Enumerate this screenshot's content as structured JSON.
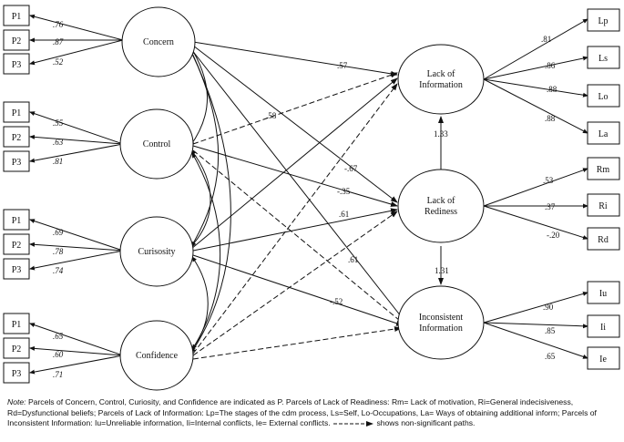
{
  "latent": {
    "concern": "Concern",
    "control": "Control",
    "curiosity": "Curisosity",
    "confidence": "Confidence",
    "lack_info": [
      "Lack of",
      "Information"
    ],
    "lack_rediness": [
      "Lack of",
      "Rediness"
    ],
    "inconsistent": [
      "Inconsistent",
      "Information"
    ]
  },
  "left_indicators": {
    "concern": [
      {
        "label": "P1",
        "loading": ".76"
      },
      {
        "label": "P2",
        "loading": ".87"
      },
      {
        "label": "P3",
        "loading": ".52"
      }
    ],
    "control": [
      {
        "label": "P1",
        "loading": ".55"
      },
      {
        "label": "P2",
        "loading": ".63"
      },
      {
        "label": "P3",
        "loading": ".81"
      }
    ],
    "curiosity": [
      {
        "label": "P1",
        "loading": ".69"
      },
      {
        "label": "P2",
        "loading": ".78"
      },
      {
        "label": "P3",
        "loading": ".74"
      }
    ],
    "confidence": [
      {
        "label": "P1",
        "loading": ".65"
      },
      {
        "label": "P2",
        "loading": ".60"
      },
      {
        "label": "P3",
        "loading": ".71"
      }
    ]
  },
  "right_indicators": {
    "lack_info": [
      {
        "label": "Lp",
        "loading": ".81"
      },
      {
        "label": "Ls",
        "loading": ".86"
      },
      {
        "label": "Lo",
        "loading": ".88"
      },
      {
        "label": "La",
        "loading": ".88"
      }
    ],
    "lack_rediness": [
      {
        "label": "Rm",
        "loading": ".53"
      },
      {
        "label": "Ri",
        "loading": ".37"
      },
      {
        "label": "Rd",
        "loading": "-.20"
      }
    ],
    "inconsistent": [
      {
        "label": "Iu",
        "loading": ".90"
      },
      {
        "label": "Ii",
        "loading": ".85"
      },
      {
        "label": "Ie",
        "loading": ".65"
      }
    ]
  },
  "paths": {
    "concern_lack_info": ".57",
    "curiosity_lack_info": ".58",
    "concern_lack_rediness": "-.67",
    "control_lack_rediness": "-.35",
    "curiosity_lack_rediness": ".61",
    "concern_inconsistent": ".61",
    "curiosity_inconsistent": "-.52",
    "rediness_info": "1.33",
    "rediness_inconsistent": "1.31"
  },
  "note": {
    "lead": "Note:",
    "text": "Parcels of Concern, Control, Curiosity, and Confidence are indicated as P. Parcels of Lack of Readiness: Rm= Lack of motivation, Ri=General indecisiveness, Rd=Dysfunctional beliefs; Parcels of Lack of Information: Lp=The stages of the cdm process, Ls=Self, Lo-Occupations, La= Ways of obtaining additional inform; Parcels of Inconsistent Information: Iu=Unreliable information, Ii=Internal conflicts, Ie= External conflicts.",
    "legend": "shows non-significant paths."
  }
}
